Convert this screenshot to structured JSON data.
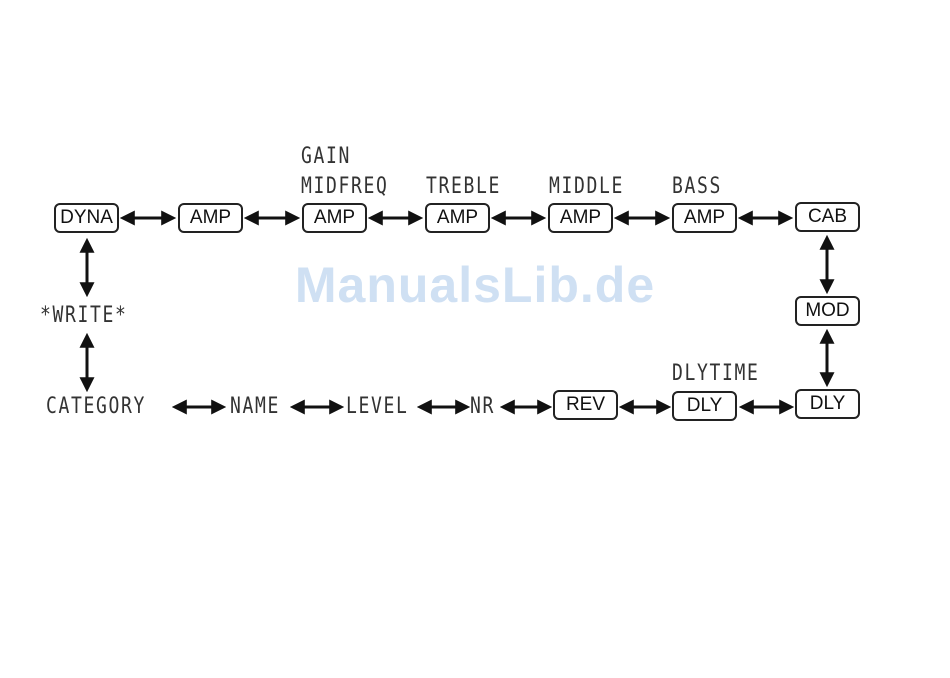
{
  "watermark": "ManualsLib.de",
  "boxes": {
    "dyna": "DYNA",
    "amp1": "AMP",
    "amp2": "AMP",
    "amp3": "AMP",
    "amp4": "AMP",
    "amp5": "AMP",
    "cab": "CAB",
    "mod": "MOD",
    "dly_right": "DLY",
    "dly_bottom": "DLY",
    "rev": "REV"
  },
  "lcd_labels": {
    "gain": "GAIN",
    "midfreq": "MIDFREQ",
    "treble": "TREBLE",
    "middle": "MIDDLE",
    "bass": "BASS",
    "dlytime": "DLYTIME",
    "write": "*WRITE*",
    "category": "CATEGORY",
    "name": "NAME",
    "level": "LEVEL",
    "nr": "NR"
  }
}
